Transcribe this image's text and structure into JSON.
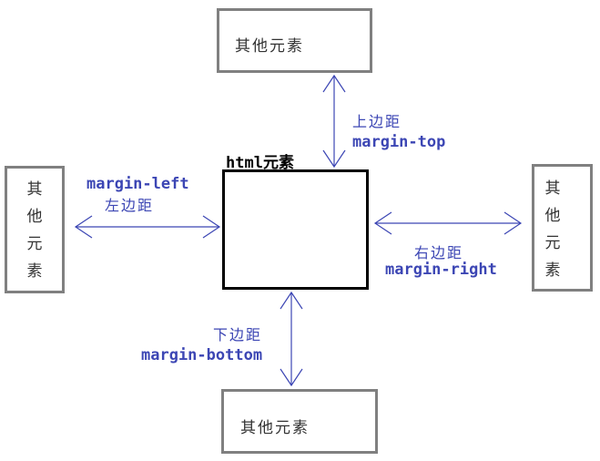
{
  "diagram": {
    "center_label": "html元素",
    "other_element_label": "其他元素",
    "top": {
      "cn": "上边距",
      "en": "margin-top"
    },
    "left": {
      "en": "margin-left",
      "cn": "左边距"
    },
    "right": {
      "cn": "右边距",
      "en": "margin-right"
    },
    "bottom": {
      "cn": "下边距",
      "en": "margin-bottom"
    }
  },
  "colors": {
    "arrow": "#3c46b4",
    "other_border": "#808080",
    "main_border": "#000000"
  }
}
